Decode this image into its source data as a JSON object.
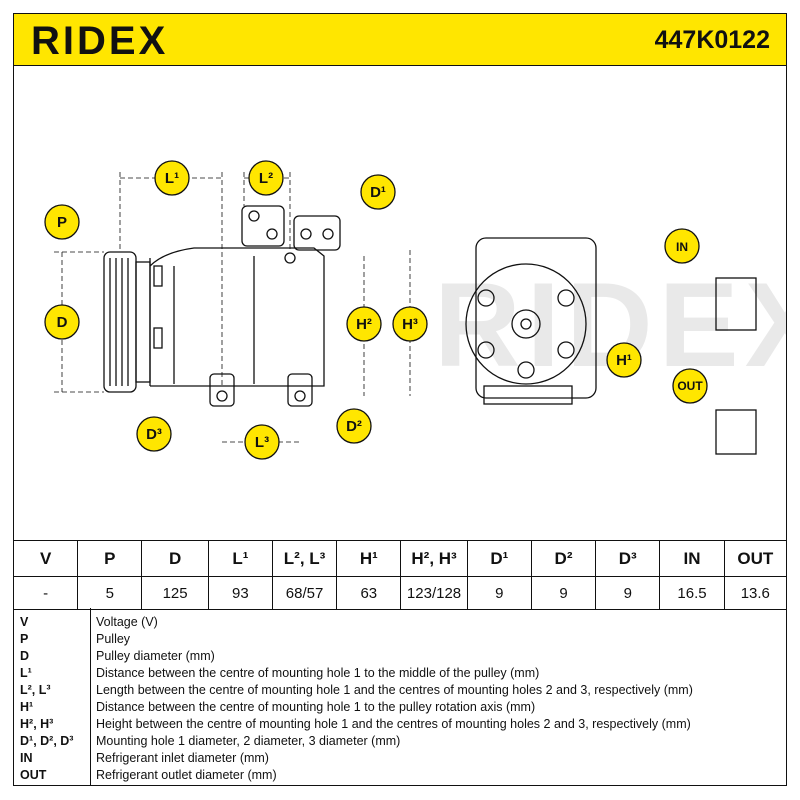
{
  "brand": {
    "logo": "RIDEX",
    "part_number": "447K0122",
    "accent_color": "#ffe600",
    "watermark": "RIDEX"
  },
  "drawing_labels": {
    "P": "P",
    "D": "D",
    "L1": "L¹",
    "L2": "L²",
    "L3": "L³",
    "D1": "D¹",
    "D2": "D²",
    "D3": "D³",
    "H1": "H¹",
    "H2": "H²",
    "H3": "H³",
    "IN": "IN",
    "OUT": "OUT"
  },
  "spec_table": {
    "headers": [
      "V",
      "P",
      "D",
      "L¹",
      "L², L³",
      "H¹",
      "H², H³",
      "D¹",
      "D²",
      "D³",
      "IN",
      "OUT"
    ],
    "values": [
      "-",
      "5",
      "125",
      "93",
      "68/57",
      "63",
      "123/128",
      "9",
      "9",
      "9",
      "16.5",
      "13.6"
    ]
  },
  "legend": [
    {
      "key": "V",
      "text": "Voltage (V)"
    },
    {
      "key": "P",
      "text": "Pulley"
    },
    {
      "key": "D",
      "text": "Pulley diameter (mm)"
    },
    {
      "key": "L¹",
      "text": "Distance between the centre of mounting hole 1 to the middle of the pulley (mm)"
    },
    {
      "key": "L², L³",
      "text": "Length between the centre of mounting hole 1 and the centres of mounting holes 2 and 3, respectively (mm)"
    },
    {
      "key": "H¹",
      "text": "Distance between the centre of mounting hole 1 to the pulley rotation axis (mm)"
    },
    {
      "key": "H², H³",
      "text": "Height between the centre of mounting hole 1 and the centres of mounting holes 2 and 3, respectively (mm)"
    },
    {
      "key": "D¹, D², D³",
      "text": "Mounting hole 1 diameter, 2 diameter, 3 diameter (mm)"
    },
    {
      "key": "IN",
      "text": "Refrigerant inlet diameter (mm)"
    },
    {
      "key": "OUT",
      "text": "Refrigerant outlet diameter (mm)"
    }
  ]
}
